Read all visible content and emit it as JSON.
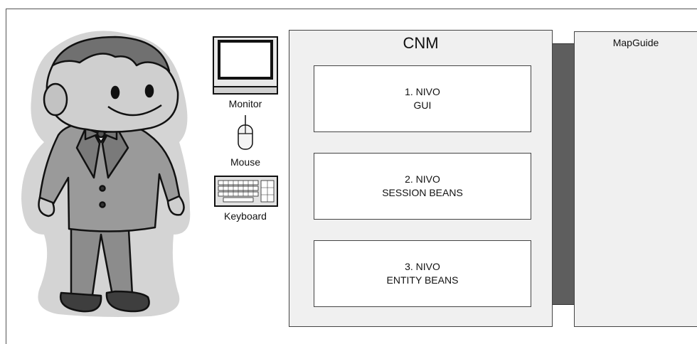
{
  "devices": {
    "monitor_label": "Monitor",
    "mouse_label": "Mouse",
    "keyboard_label": "Keyboard"
  },
  "cnm": {
    "title": "CNM",
    "layers": [
      {
        "line1": "1. NIVO",
        "line2": "GUI"
      },
      {
        "line1": "2. NIVO",
        "line2": "SESSION BEANS"
      },
      {
        "line1": "3. NIVO",
        "line2": "ENTITY BEANS"
      }
    ]
  },
  "mapguide": {
    "title": "MapGuide"
  },
  "colors": {
    "panel": "#f0f0f0",
    "connector": "#5e5e5e",
    "border": "#444444"
  },
  "icons": [
    "user-figure-icon",
    "monitor-icon",
    "mouse-icon",
    "keyboard-icon"
  ]
}
